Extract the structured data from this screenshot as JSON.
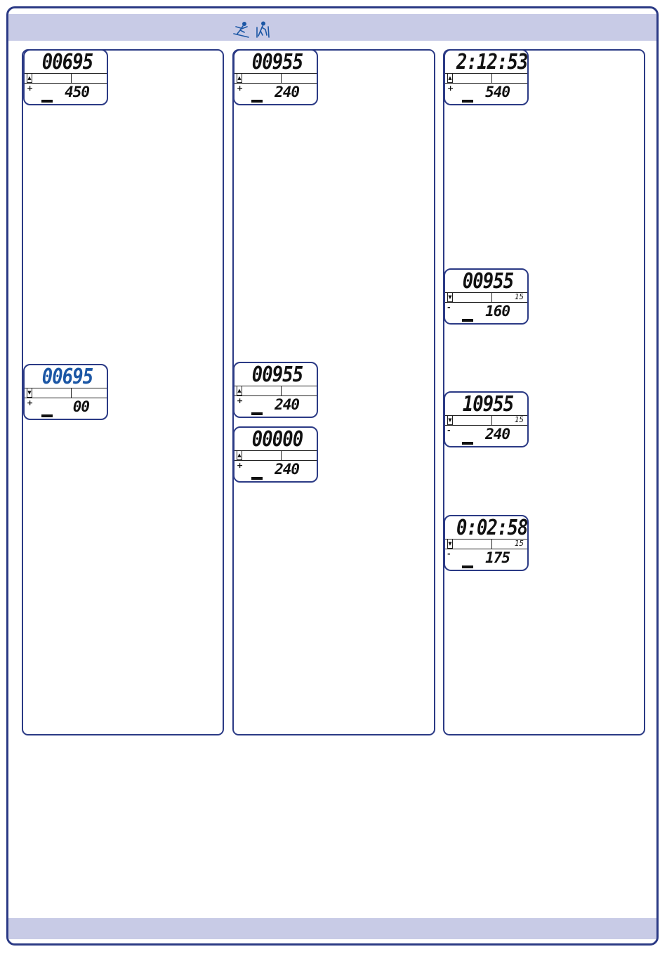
{
  "header": {
    "icons": [
      "ski-skier-icon",
      "cross-country-hiker-icon"
    ]
  },
  "colors": {
    "frame": "#2b3a85",
    "band": "#c8cbe6",
    "lcd_blue_digits": "#1c57a5"
  },
  "panels": {
    "left": {
      "display_1": {
        "top": "00695",
        "bottom": "450",
        "sign": "+",
        "arrow": "▲",
        "small": ""
      },
      "display_2": {
        "top": "00695",
        "bottom": "00",
        "sign": "+",
        "arrow": "▼",
        "small": ""
      }
    },
    "middle": {
      "display_1": {
        "top": "00955",
        "bottom": "240",
        "sign": "+",
        "arrow": "▲",
        "small": ""
      },
      "display_2": {
        "top": "00955",
        "bottom": "240",
        "sign": "+",
        "arrow": "▲",
        "small": ""
      },
      "display_3": {
        "top": "00000",
        "bottom": "240",
        "sign": "+",
        "arrow": "▲",
        "small": ""
      }
    },
    "right": {
      "display_1": {
        "top": "2:12:53",
        "bottom": "540",
        "sign": "+",
        "arrow": "▲",
        "small": ""
      },
      "display_2": {
        "top": "00955",
        "bottom": "160",
        "sign": "-",
        "arrow": "▼",
        "small": "15"
      },
      "display_3": {
        "top": "10955",
        "bottom": "240",
        "sign": "-",
        "arrow": "▼",
        "small": "15"
      },
      "display_4": {
        "top": "0:02:58",
        "bottom": "175",
        "sign": "-",
        "arrow": "▼",
        "small": "15"
      }
    }
  }
}
